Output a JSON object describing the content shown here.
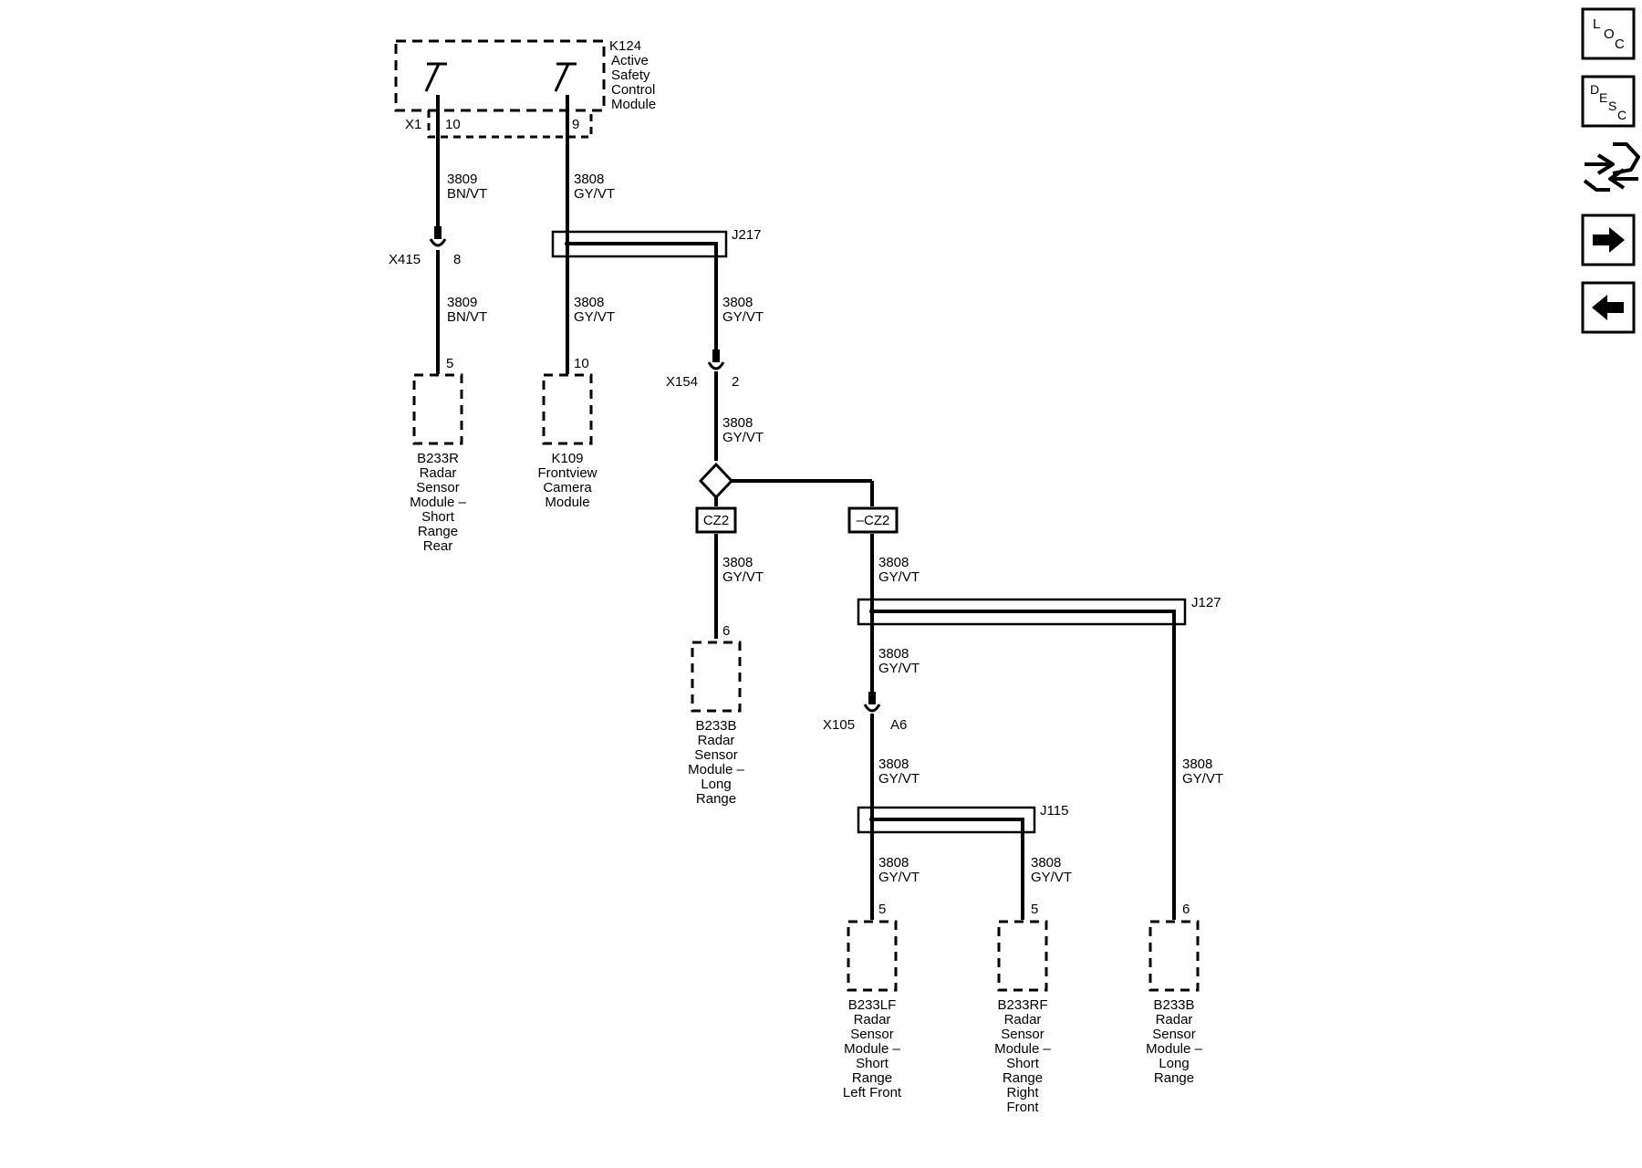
{
  "colors": {
    "line": "#000000",
    "background": "#ffffff"
  },
  "module": {
    "id": "K124",
    "name_lines": [
      "Active",
      "Safety",
      "Control",
      "Module"
    ],
    "connector": "X1",
    "pin_left": "10",
    "pin_right": "9"
  },
  "circuits": {
    "c3809": [
      "3809",
      "BN/VT"
    ],
    "c3808": [
      "3808",
      "GY/VT"
    ]
  },
  "inline_connectors": {
    "x415": {
      "id": "X415",
      "pin": "8"
    },
    "x154": {
      "id": "X154",
      "pin": "2"
    },
    "x105": {
      "id": "X105",
      "pin": "A6"
    }
  },
  "splices": {
    "j217": "J217",
    "j127": "J127",
    "j115": "J115"
  },
  "options": {
    "cz2": "CZ2",
    "not_cz2": "–CZ2"
  },
  "components": {
    "b233r": {
      "pin": "5",
      "name_lines": [
        "B233R",
        "Radar",
        "Sensor",
        "Module –",
        "Short",
        "Range",
        "Rear"
      ]
    },
    "k109": {
      "pin": "10",
      "name_lines": [
        "K109",
        "Frontview",
        "Camera",
        "Module"
      ]
    },
    "b233b_1": {
      "pin": "6",
      "name_lines": [
        "B233B",
        "Radar",
        "Sensor",
        "Module –",
        "Long",
        "Range"
      ]
    },
    "b233lf": {
      "pin": "5",
      "name_lines": [
        "B233LF",
        "Radar",
        "Sensor",
        "Module –",
        "Short",
        "Range",
        "Left Front"
      ]
    },
    "b233rf": {
      "pin": "5",
      "name_lines": [
        "B233RF",
        "Radar",
        "Sensor",
        "Module –",
        "Short",
        "Range",
        "Right",
        "Front"
      ]
    },
    "b233b_2": {
      "pin": "6",
      "name_lines": [
        "B233B",
        "Radar",
        "Sensor",
        "Module –",
        "Long",
        "Range"
      ]
    }
  },
  "nav": {
    "loc": [
      "L",
      "O",
      "C"
    ],
    "desc": [
      "D",
      "E",
      "S",
      "C"
    ],
    "icons": [
      "connector-views-icon",
      "arrow-right-icon",
      "arrow-left-icon"
    ]
  }
}
